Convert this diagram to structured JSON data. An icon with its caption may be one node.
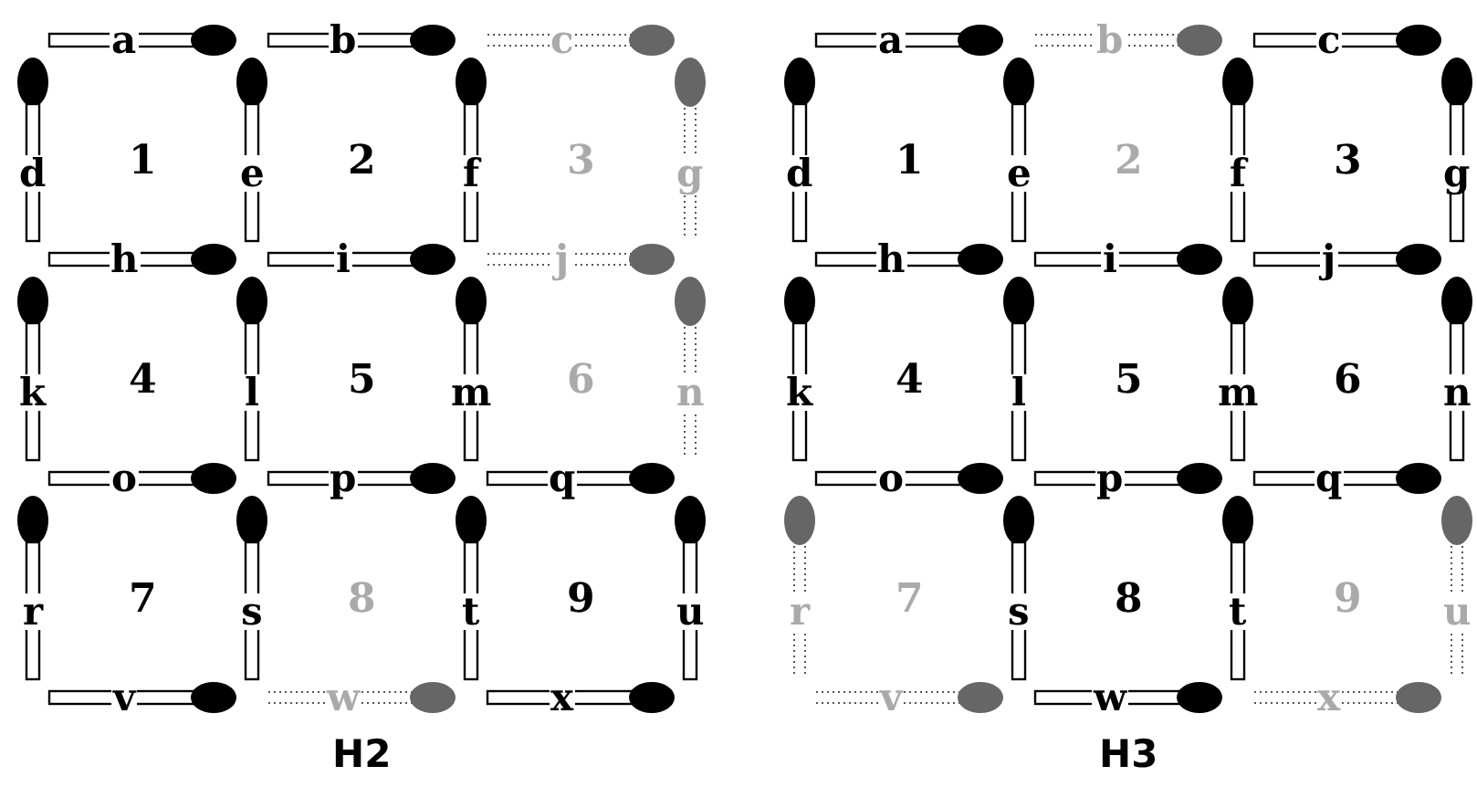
{
  "diagram": {
    "nodes": [
      {
        "text": [
          "a"
        ]
      },
      {
        "text": [
          "b"
        ]
      },
      {
        "text": [
          "c"
        ]
      },
      {
        "text": [
          "d"
        ]
      },
      {
        "text": [
          "e"
        ]
      },
      {
        "text": [
          "f"
        ]
      },
      {
        "text": [
          "g"
        ]
      },
      {
        "text": [
          "h"
        ]
      },
      {
        "text": [
          "i"
        ]
      },
      {
        "text": [
          "j"
        ]
      },
      {
        "text": [
          "k"
        ]
      },
      {
        "text": [
          "l"
        ]
      },
      {
        "text": [
          "m"
        ]
      },
      {
        "text": [
          "n"
        ]
      },
      {
        "text": [
          "o"
        ]
      },
      {
        "text": [
          "p"
        ]
      },
      {
        "text": [
          "q"
        ]
      },
      {
        "text": [
          "r"
        ]
      },
      {
        "text": [
          "s"
        ]
      },
      {
        "text": [
          "t"
        ]
      },
      {
        "text": [
          "u"
        ]
      },
      {
        "text": [
          "v"
        ]
      },
      {
        "text": [
          "w"
        ]
      },
      {
        "text": [
          "x"
        ]
      },
      {
        "text": [
          "a"
        ]
      },
      {
        "text": [
          "b"
        ]
      },
      {
        "text": [
          "c"
        ]
      },
      {
        "text": [
          "d"
        ]
      },
      {
        "text": [
          "e"
        ]
      },
      {
        "text": [
          "f"
        ]
      },
      {
        "text": [
          "g"
        ]
      },
      {
        "text": [
          "h"
        ]
      },
      {
        "text": [
          "i"
        ]
      },
      {
        "text": [
          "j"
        ]
      },
      {
        "text": [
          "k"
        ]
      },
      {
        "text": [
          "l"
        ]
      },
      {
        "text": [
          "m"
        ]
      },
      {
        "text": [
          "n"
        ]
      },
      {
        "text": [
          "o"
        ]
      },
      {
        "text": [
          "p"
        ]
      },
      {
        "text": [
          "q"
        ]
      },
      {
        "text": [
          "r"
        ]
      },
      {
        "text": [
          "s"
        ]
      },
      {
        "text": [
          "t"
        ]
      },
      {
        "text": [
          "u"
        ]
      },
      {
        "text": [
          "v"
        ]
      },
      {
        "text": [
          "w"
        ]
      },
      {
        "text": [
          "x"
        ]
      }
    ],
    "labels": [
      "1",
      "2",
      "3",
      "4",
      "5",
      "6",
      "7",
      "8",
      "9",
      "1",
      "2",
      "3",
      "4",
      "5",
      "6",
      "7",
      "8",
      "9",
      "H2",
      "H3"
    ]
  }
}
